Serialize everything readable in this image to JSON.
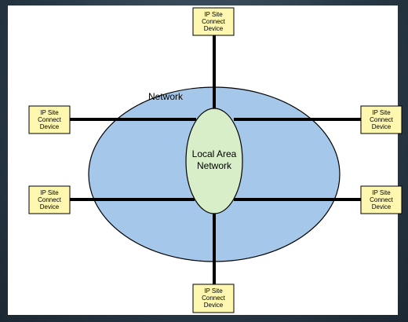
{
  "diagram": {
    "network_label": "Network",
    "lan_label_line1": "Local Area",
    "lan_label_line2": "Network",
    "devices": [
      {
        "line1": "IP Site",
        "line2": "Connect",
        "line3": "Device"
      },
      {
        "line1": "IP Site",
        "line2": "Connect",
        "line3": "Device"
      },
      {
        "line1": "IP Site",
        "line2": "Connect",
        "line3": "Device"
      },
      {
        "line1": "IP Site",
        "line2": "Connect",
        "line3": "Device"
      },
      {
        "line1": "IP Site",
        "line2": "Connect",
        "line3": "Device"
      },
      {
        "line1": "IP Site",
        "line2": "Connect",
        "line3": "Device"
      }
    ],
    "colors": {
      "network_fill": "#a5c8ea",
      "lan_fill": "#d8eec8",
      "device_fill": "#fdf7b0",
      "line": "#000000"
    }
  }
}
